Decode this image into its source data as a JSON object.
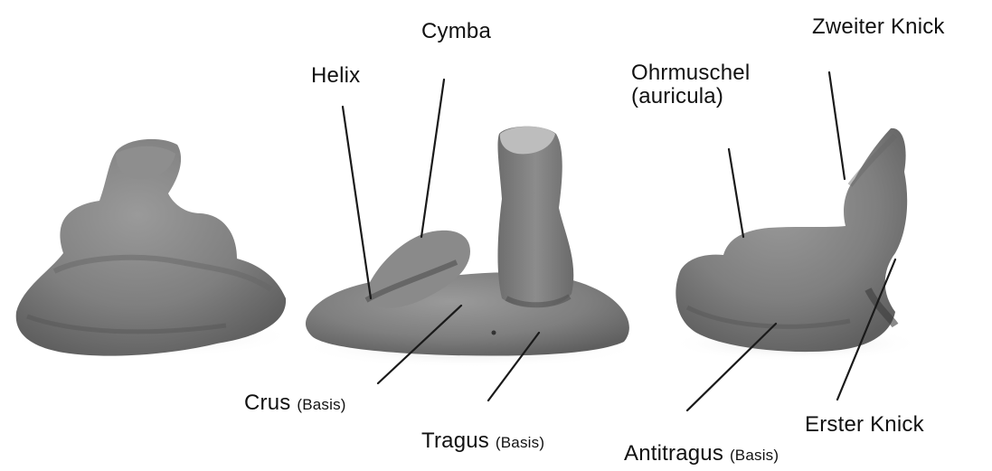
{
  "labels": {
    "cymba": "Cymba",
    "helix": "Helix",
    "ohrmuschel_line1": "Ohrmuschel",
    "ohrmuschel_line2": "(auricula)",
    "zweiter_knick": "Zweiter Knick",
    "crus": "Crus",
    "crus_note": "(Basis)",
    "tragus": "Tragus",
    "tragus_note": "(Basis)",
    "antitragus": "Antitragus",
    "antitragus_note": "(Basis)",
    "erster_knick": "Erster Knick"
  },
  "colors": {
    "clay": "#7f7f7f",
    "clay_dark": "#5e5e5e",
    "clay_light": "#a6a6a6",
    "leader_line": "#1a1a1a",
    "text": "#111111"
  }
}
